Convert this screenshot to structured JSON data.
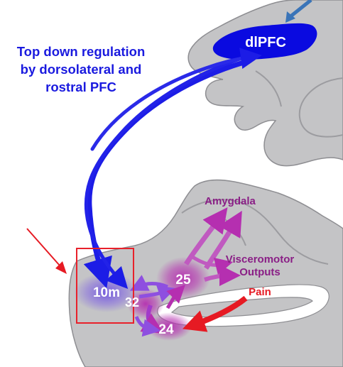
{
  "caption": {
    "lines": [
      "Top down regulation",
      "by dorsolateral and",
      "rostral PFC"
    ]
  },
  "regions": {
    "dlpfc": "dlPFC",
    "r10m": "10m",
    "r32": "32",
    "r25": "25",
    "r24": "24"
  },
  "targets": {
    "amygdala": "Amygdala",
    "visceromotor_line1": "Visceromotor",
    "visceromotor_line2": "Outputs",
    "pain": "Pain"
  },
  "colors": {
    "brain_gray": "#c4c4c6",
    "sulcus_white": "#ffffff",
    "top_down_blue": "#1c1ce6",
    "dlpfc_blue": "#0a0ae0",
    "purple_text": "#8a1f86",
    "magenta": "#b72fb2",
    "pain_red": "#e61a23",
    "highlight_box": "#e8212b",
    "incoming_arrow": "#3a74b8"
  }
}
